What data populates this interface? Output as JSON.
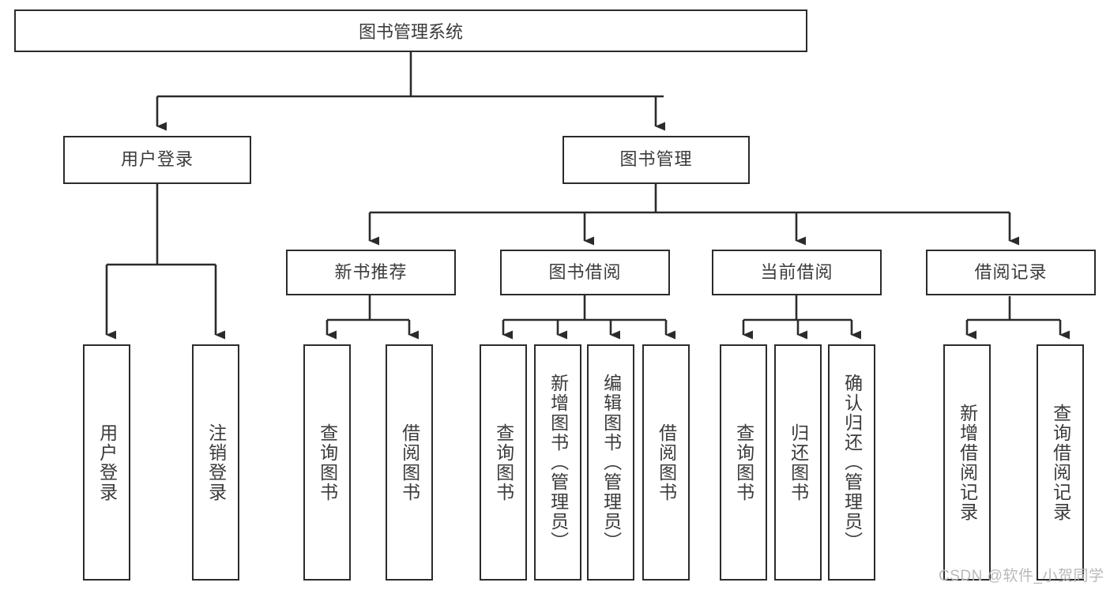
{
  "diagram": {
    "title": "图书管理系统",
    "root": {
      "label": "图书管理系统"
    },
    "level1": [
      {
        "label": "用户登录"
      },
      {
        "label": "图书管理"
      }
    ],
    "level2": [
      {
        "label": "新书推荐"
      },
      {
        "label": "图书借阅"
      },
      {
        "label": "当前借阅"
      },
      {
        "label": "借阅记录"
      }
    ],
    "leaves": {
      "user_login": [
        {
          "label": "用户登录"
        },
        {
          "label": "注销登录"
        }
      ],
      "new_book_recommend": [
        {
          "label": "查询图书"
        },
        {
          "label": "借阅图书"
        }
      ],
      "book_borrow": [
        {
          "label": "查询图书"
        },
        {
          "label": "新增图书（管理员）"
        },
        {
          "label": "编辑图书（管理员）"
        },
        {
          "label": "借阅图书"
        }
      ],
      "current_borrow": [
        {
          "label": "查询图书"
        },
        {
          "label": "归还图书"
        },
        {
          "label": "确认归还（管理员）"
        }
      ],
      "borrow_record": [
        {
          "label": "新增借阅记录"
        },
        {
          "label": "查询借阅记录"
        }
      ]
    }
  },
  "watermark": {
    "text": "CSDN @软件_小贺同学"
  },
  "colors": {
    "stroke": "#2b2b2b",
    "text": "#3b3b3b",
    "background": "#ffffff",
    "watermark": "#b9b9b9"
  }
}
